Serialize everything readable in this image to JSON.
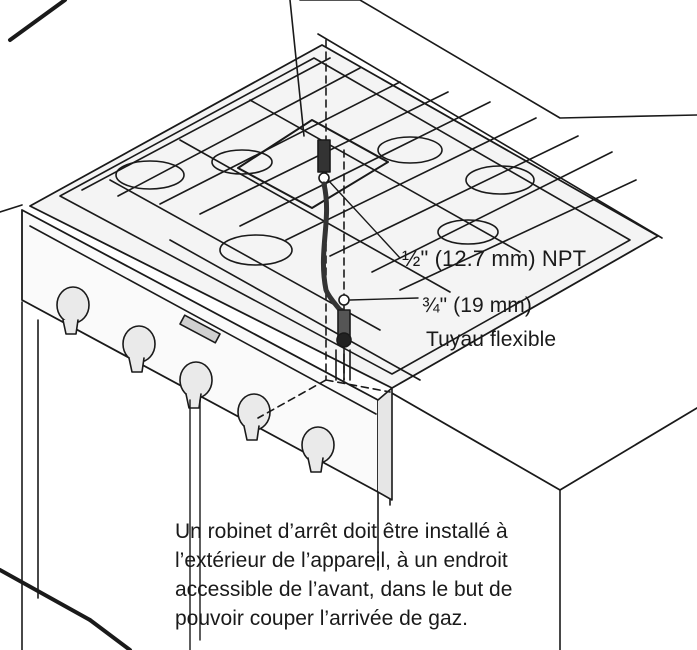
{
  "callouts": {
    "pipe_size": "½\" (12.7 mm) NPT",
    "hose_size": "¾\" (19 mm)",
    "hose_name": "Tuyau flexible"
  },
  "note": {
    "lines": [
      "Un robinet d’arrêt doit être installé  à",
      "l’extérieur de l’appareil, à un endroit",
      "accessible de l’avant, dans le but de",
      "pouvoir couper l’arrivée de gaz."
    ]
  },
  "colors": {
    "line": "#1a1a1a",
    "background": "#ffffff",
    "shading": "#e6e6e6"
  }
}
